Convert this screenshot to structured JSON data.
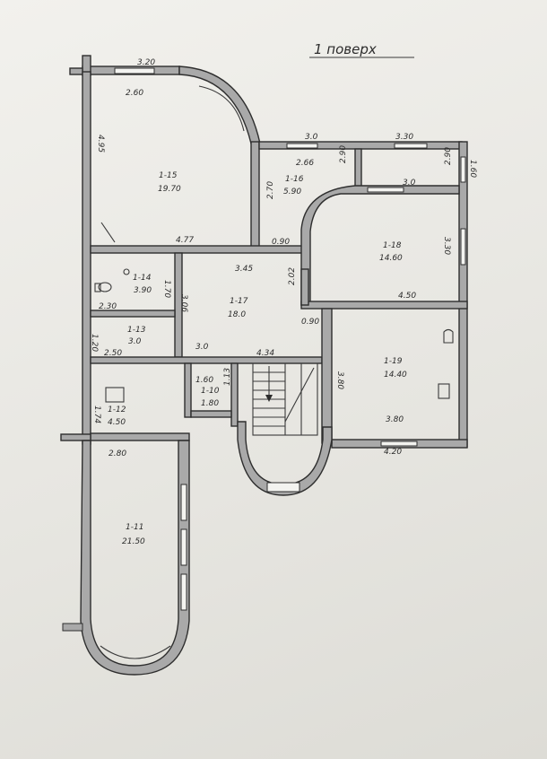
{
  "title": "1 поверх",
  "rooms": [
    {
      "id": "1-15",
      "label": "1-15",
      "area": "19.70"
    },
    {
      "id": "1-16",
      "label": "1-16",
      "area": "5.90"
    },
    {
      "id": "1-18",
      "label": "1-18",
      "area": "14.60"
    },
    {
      "id": "1-14",
      "label": "1-14",
      "area": "3.90"
    },
    {
      "id": "1-17",
      "label": "1-17",
      "area": "18.0"
    },
    {
      "id": "1-13",
      "label": "1-13",
      "area": "3.0"
    },
    {
      "id": "1-19",
      "label": "1-19",
      "area": "14.40"
    },
    {
      "id": "1-12",
      "label": "1-12",
      "area": "4.50"
    },
    {
      "id": "1-10",
      "label": "1-10",
      "area": "1.80"
    },
    {
      "id": "1-11",
      "label": "1-11",
      "area": "21.50"
    }
  ],
  "dimensions": {
    "d_3_20": "3.20",
    "d_2_60": "2.60",
    "d_4_95": "4.95",
    "d_4_77": "4.77",
    "d_3_0a": "3.0",
    "d_3_30": "3.30",
    "d_2_66": "2.66",
    "d_2_90": "2.90",
    "d_3_0b": "3.0",
    "d_2_90b": "2.90",
    "d_1_60a": "1.60",
    "d_2_70": "2.70",
    "d_0_90a": "0.90",
    "d_3_30b": "3.30",
    "d_3_45": "3.45",
    "d_1_70": "1.70",
    "d_3_06": "3.06",
    "d_2_02": "2.02",
    "d_2_30": "2.30",
    "d_4_50a": "4.50",
    "d_0_90b": "0.90",
    "d_1_20": "1.20",
    "d_2_50": "2.50",
    "d_3_0c": "3.0",
    "d_4_34": "4.34",
    "d_3_80a": "3.80",
    "d_1_60b": "1.60",
    "d_1_13": "1.13",
    "d_1_74": "1.74",
    "d_3_80b": "3.80",
    "d_4_20": "4.20",
    "d_2_80": "2.80"
  }
}
